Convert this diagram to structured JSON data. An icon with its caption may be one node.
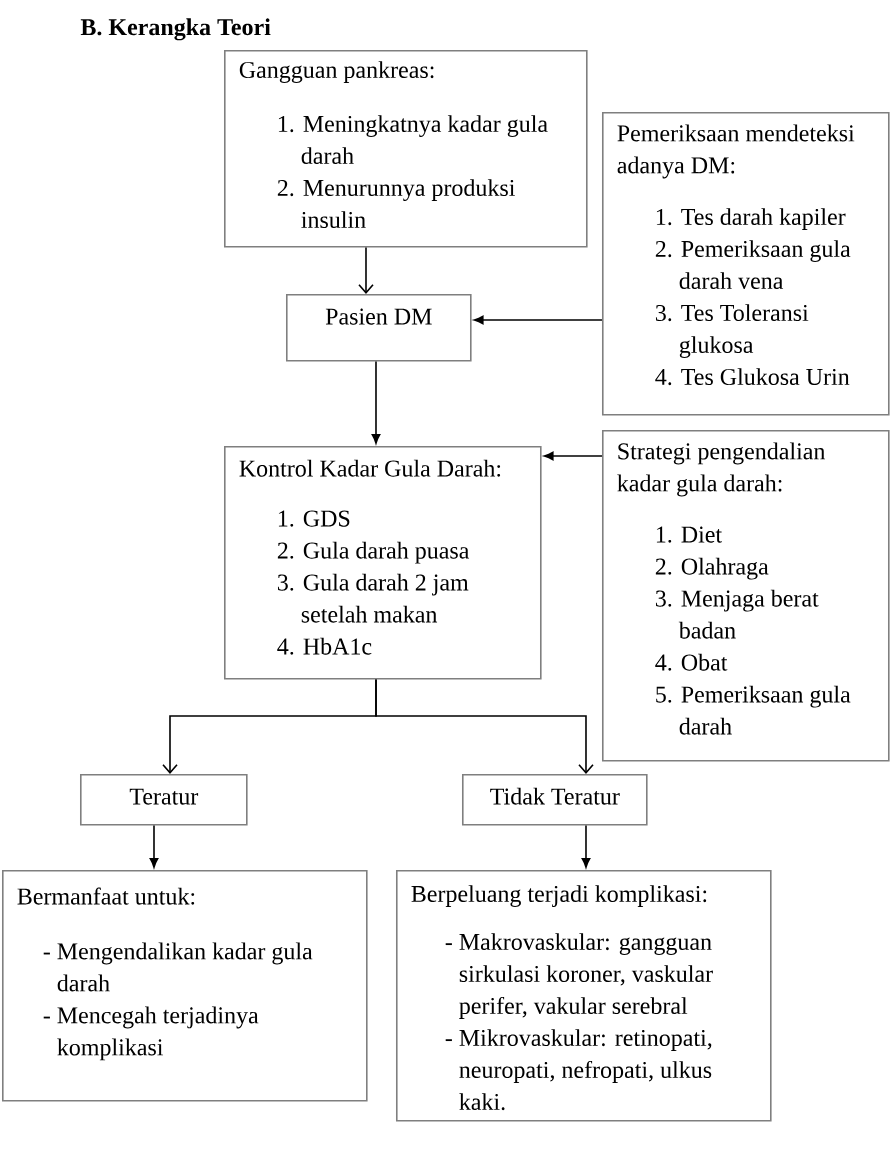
{
  "diagram": {
    "title": "B. Kerangka Teori",
    "nodes": [
      {
        "text": [
          "Gangguan pankreas:",
          "1. Meningkatnya kadar gula darah",
          "2. Menurunnya produksi insulin"
        ]
      },
      {
        "text": [
          "Pemeriksaan mendeteksi adanya DM:",
          "1. Tes darah kapiler",
          "2. Pemeriksaan gula darah vena",
          "3. Tes Toleransi glukosa",
          "4. Tes Glukosa Urin"
        ]
      },
      {
        "text": [
          "Pasien DM"
        ]
      },
      {
        "text": [
          "Kontrol Kadar Gula Darah:",
          "1. GDS",
          "2. Gula darah puasa",
          "3. Gula darah 2 jam setelah makan",
          "4. HbA1c"
        ]
      },
      {
        "text": [
          "Strategi pengendalian kadar gula darah:",
          "1. Diet",
          "2. Olahraga",
          "3. Menjaga berat badan",
          "4. Obat",
          "5. Pemeriksaan gula darah"
        ]
      },
      {
        "text": [
          "Teratur"
        ]
      },
      {
        "text": [
          "Tidak Teratur"
        ]
      },
      {
        "text": [
          "Bermanfaat untuk:",
          "- Mengendalikan kadar gula darah",
          "- Mencegah terjadinya komplikasi"
        ]
      },
      {
        "text": [
          "Berpeluang terjadi komplikasi:",
          "- Makrovaskular: gangguan sirkulasi koroner, vaskular perifer, vakular serebral",
          "- Mikrovaskular: retinopati, neuropati, nefropati, ulkus kaki."
        ]
      }
    ],
    "edges": [
      {
        "from": 0,
        "to": 2,
        "arrow": "to"
      },
      {
        "from": 1,
        "to": 2,
        "arrow": "to"
      },
      {
        "from": 2,
        "to": 3,
        "arrow": "to"
      },
      {
        "from": 4,
        "to": 3,
        "arrow": "to"
      },
      {
        "from": 3,
        "to": 5,
        "arrow": "to"
      },
      {
        "from": 3,
        "to": 6,
        "arrow": "to"
      },
      {
        "from": 5,
        "to": 7,
        "arrow": "to"
      },
      {
        "from": 6,
        "to": 8,
        "arrow": "to"
      }
    ]
  }
}
